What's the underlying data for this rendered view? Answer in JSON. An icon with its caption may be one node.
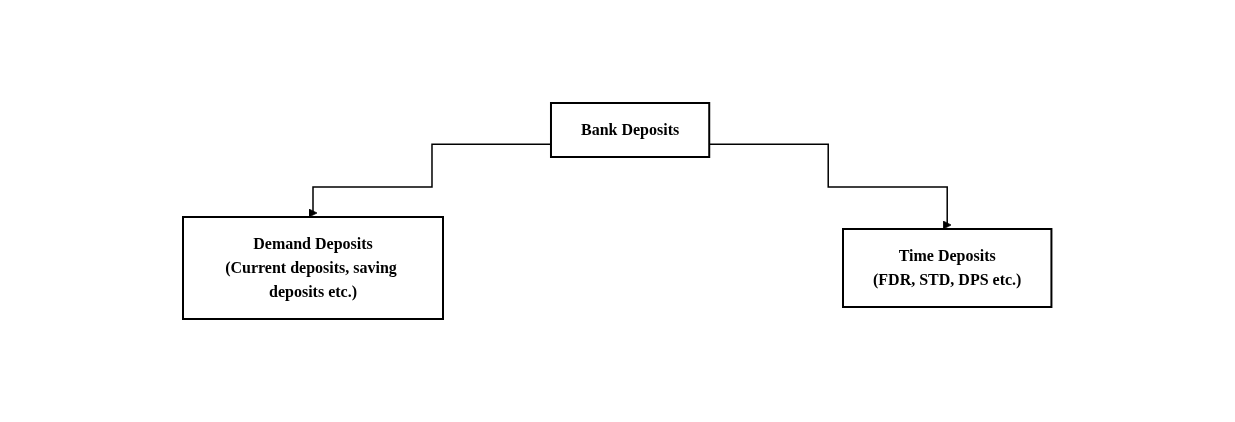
{
  "diagram": {
    "nodes": [
      {
        "text": [
          "Bank Deposits"
        ]
      },
      {
        "text": [
          "Demand Deposits",
          "(Current deposits, saving deposits etc.)"
        ]
      },
      {
        "text": [
          "Time Deposits",
          "(FDR, STD, DPS etc.)"
        ]
      }
    ],
    "edges": [
      {
        "from": 0,
        "to": 1,
        "arrow": "to"
      },
      {
        "from": 0,
        "to": 2,
        "arrow": "to"
      }
    ]
  }
}
